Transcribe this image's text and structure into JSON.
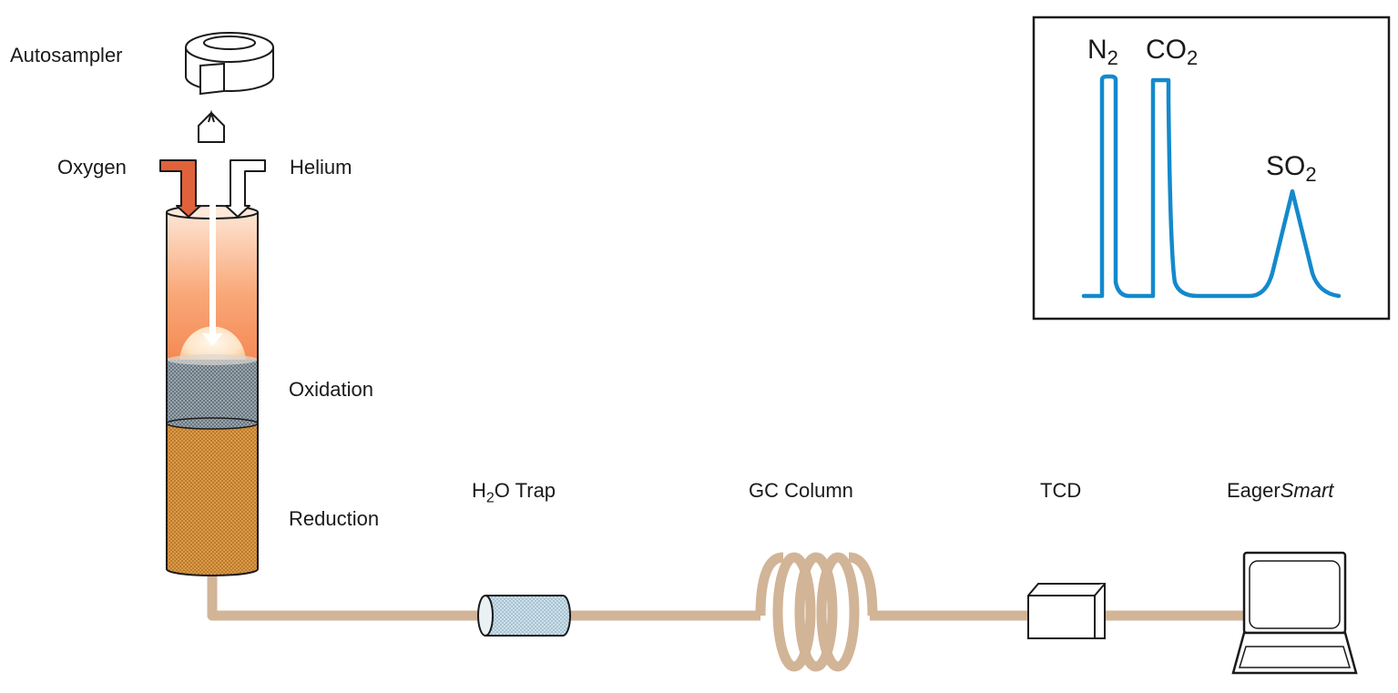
{
  "labels": {
    "autosampler": "Autosampler",
    "oxygen": "Oxygen",
    "helium": "Helium",
    "oxidation": "Oxidation",
    "reduction": "Reduction",
    "h2o_trap": {
      "pre": "H",
      "sub": "2",
      "post": "O Trap"
    },
    "gc_column": "GC Column",
    "tcd": "TCD",
    "eager_smart": {
      "normal": "Eager",
      "italic": "Smart"
    }
  },
  "chromatogram": {
    "peaks": [
      {
        "pre": "N",
        "sub": "2"
      },
      {
        "pre": "CO",
        "sub": "2"
      },
      {
        "pre": "SO",
        "sub": "2"
      }
    ]
  },
  "colors": {
    "tubing": "#d2b497",
    "signal": "#1489cc",
    "oxygen_arrow": "#e0623a",
    "reactor_top": "#fde0cc",
    "reactor_glow": "#f7905c",
    "oxidation_mesh": "#7f8d96",
    "reduction_mesh": "#d9953f",
    "trap_mesh": "#bcd5e2"
  }
}
